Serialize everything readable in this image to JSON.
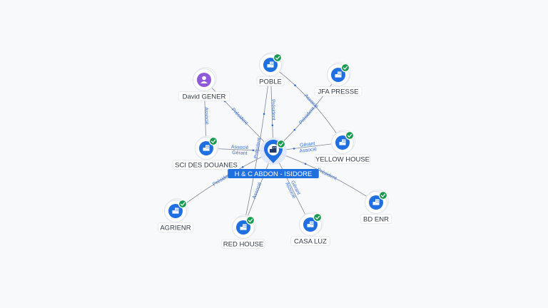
{
  "center": {
    "label": "H & C ABDON - ISIDORE",
    "icon": "building-icon",
    "color": "#1f6fe0"
  },
  "nodes": [
    {
      "id": "poble",
      "label": "POBLE",
      "type": "company",
      "verified": true
    },
    {
      "id": "jfa",
      "label": "JFA PRESSE",
      "type": "company",
      "verified": true
    },
    {
      "id": "david",
      "label": "David GENER",
      "type": "person",
      "verified": false
    },
    {
      "id": "sci",
      "label": "SCI DES DOUANES",
      "type": "company",
      "verified": true
    },
    {
      "id": "yellow",
      "label": "YELLOW HOUSE",
      "type": "company",
      "verified": true
    },
    {
      "id": "agrienr",
      "label": "AGRIENR",
      "type": "company",
      "verified": true
    },
    {
      "id": "red",
      "label": "RED HOUSE",
      "type": "company",
      "verified": true
    },
    {
      "id": "casaluz",
      "label": "CASA LUZ",
      "type": "company",
      "verified": true
    },
    {
      "id": "bdenr",
      "label": "BD ENR",
      "type": "company",
      "verified": true
    }
  ],
  "edges": [
    {
      "id": "e-poble",
      "from": "center",
      "to": "poble",
      "labels": [
        "Président"
      ]
    },
    {
      "id": "e-jfa",
      "from": "center",
      "to": "jfa",
      "labels": [
        "Président"
      ]
    },
    {
      "id": "e-poble-yellow",
      "from": "poble",
      "to": "yellow",
      "labels": [
        "Associé"
      ]
    },
    {
      "id": "e-david-center",
      "from": "david",
      "to": "center",
      "labels": [
        "Président"
      ]
    },
    {
      "id": "e-david-sci",
      "from": "david",
      "to": "sci",
      "labels": [
        "Associé"
      ]
    },
    {
      "id": "e-sci",
      "from": "center",
      "to": "sci",
      "labels": [
        "Gérant",
        "Associé"
      ]
    },
    {
      "id": "e-yellow",
      "from": "center",
      "to": "yellow",
      "labels": [
        "Gérant",
        "Associé"
      ]
    },
    {
      "id": "e-agrienr",
      "from": "center",
      "to": "agrienr",
      "labels": [
        "Président"
      ]
    },
    {
      "id": "e-red",
      "from": "center",
      "to": "red",
      "labels": [
        "Associé"
      ]
    },
    {
      "id": "e-red2",
      "from": "poble",
      "to": "red",
      "labels": [
        "Président"
      ]
    },
    {
      "id": "e-casaluz",
      "from": "center",
      "to": "casaluz",
      "labels": [
        "Gérant",
        "Associé"
      ]
    },
    {
      "id": "e-bdenr",
      "from": "center",
      "to": "bdenr",
      "labels": [
        "Président"
      ]
    }
  ],
  "colors": {
    "company": "#1f6fe0",
    "person": "#8e5ad8",
    "verified": "#1a9950",
    "edge_label": "#3b6fd1"
  }
}
